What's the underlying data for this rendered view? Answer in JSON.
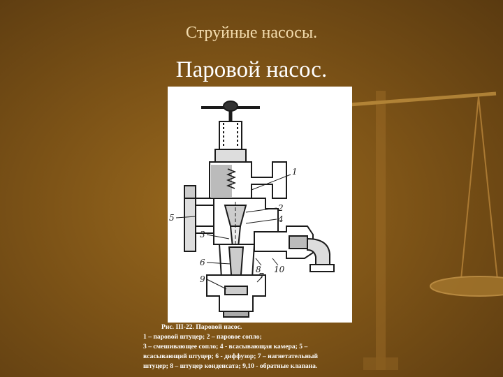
{
  "slide": {
    "title": "Струйные насосы.",
    "subtitle": "Паровой насос."
  },
  "figure": {
    "callouts": [
      "1",
      "2",
      "4",
      "5",
      "3",
      "6",
      "8",
      "10",
      "9",
      "7"
    ]
  },
  "caption": {
    "title": "Рис. III-22. Паровой насос.",
    "lines": [
      "1 – паровой штуцер; 2 – паровое сопло;",
      "3 – смешивающее сопло; 4 - всасывающая камера; 5 –",
      "всасывающий штуцер; 6 - диффузор; 7 – нагнетательный",
      "штуцер; 8 – штуцер конденсата; 9,10 - обратные клапана."
    ]
  },
  "colors": {
    "background": "#7e5417",
    "title": "#f3dcae",
    "subtitle": "#ffffff",
    "caption": "#ffffff",
    "drawing_ink": "#1a1a1a"
  },
  "decoration": {
    "scales_icon": "balance-scale-icon"
  }
}
